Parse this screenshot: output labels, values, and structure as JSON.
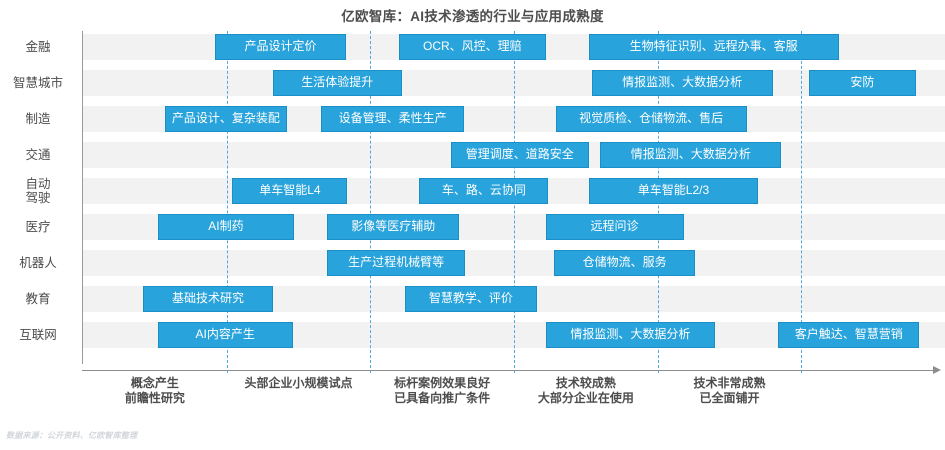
{
  "title": "亿欧智库：AI技术渗透的行业与应用成熟度",
  "source_note": "数据来源：公开资料、亿欧智库整理",
  "colors": {
    "bar_fill": "#29a3db",
    "bar_border": "#1b8ec6",
    "band": "#f2f2f2",
    "gridline": "#52a8dc",
    "text": "#4d4d4d"
  },
  "chart_data": {
    "type": "bar",
    "title": "亿欧智库：AI技术渗透的行业与应用成熟度",
    "xlabel": "",
    "ylabel": "",
    "grid": true,
    "legend_position": "none",
    "x_stage_labels": [
      {
        "line1": "概念产生",
        "line2": "前瞻性研究"
      },
      {
        "line1": "头部企业小规模试点",
        "line2": ""
      },
      {
        "line1": "标杆案例效果良好",
        "line2": "已具备向推广条件"
      },
      {
        "line1": "技术较成熟",
        "line2": "大部分企业在使用"
      },
      {
        "line1": "技术非常成熟",
        "line2": "已全面铺开"
      }
    ],
    "categories": [
      "金融",
      "智慧城市",
      "制造",
      "交通",
      "自动驾驶",
      "医疗",
      "机器人",
      "教育",
      "互联网"
    ],
    "rows": [
      {
        "label": "金融",
        "label_lines": [
          "金融"
        ],
        "bars": [
          {
            "text": "产品设计定价",
            "start": 0.92,
            "end": 1.83
          },
          {
            "text": "OCR、风控、理赔",
            "start": 2.2,
            "end": 3.22
          },
          {
            "text": "生物特征识别、远程办事、客服",
            "start": 3.52,
            "end": 5.26
          }
        ]
      },
      {
        "label": "智慧城市",
        "label_lines": [
          "智慧城市"
        ],
        "bars": [
          {
            "text": "生活体验提升",
            "start": 1.32,
            "end": 2.22
          },
          {
            "text": "情报监测、大数据分析",
            "start": 3.54,
            "end": 4.8
          },
          {
            "text": "安防",
            "start": 5.05,
            "end": 5.8
          }
        ]
      },
      {
        "label": "制造",
        "label_lines": [
          "制造"
        ],
        "bars": [
          {
            "text": "产品设计、复杂装配",
            "start": 0.57,
            "end": 1.42
          },
          {
            "text": "设备管理、柔性生产",
            "start": 1.66,
            "end": 2.65
          },
          {
            "text": "视觉质检、仓储物流、售后",
            "start": 3.29,
            "end": 4.62
          }
        ]
      },
      {
        "label": "交通",
        "label_lines": [
          "交通"
        ],
        "bars": [
          {
            "text": "管理调度、道路安全",
            "start": 2.56,
            "end": 3.52
          },
          {
            "text": "情报监测、大数据分析",
            "start": 3.6,
            "end": 4.86
          }
        ]
      },
      {
        "label": "自动驾驶",
        "label_lines": [
          "自动",
          "驾驶"
        ],
        "bars": [
          {
            "text": "单车智能L4",
            "start": 1.04,
            "end": 1.84
          },
          {
            "text": "车、路、云协同",
            "start": 2.34,
            "end": 3.24
          },
          {
            "text": "单车智能L2/3",
            "start": 3.52,
            "end": 4.7
          }
        ]
      },
      {
        "label": "医疗",
        "label_lines": [
          "医疗"
        ],
        "bars": [
          {
            "text": "AI制药",
            "start": 0.52,
            "end": 1.47
          },
          {
            "text": "影像等医疗辅助",
            "start": 1.7,
            "end": 2.62
          },
          {
            "text": "远程问诊",
            "start": 3.22,
            "end": 4.18
          }
        ]
      },
      {
        "label": "机器人",
        "label_lines": [
          "机器人"
        ],
        "bars": [
          {
            "text": "生产过程机械臂等",
            "start": 1.7,
            "end": 2.66
          },
          {
            "text": "仓储物流、服务",
            "start": 3.28,
            "end": 4.26
          }
        ]
      },
      {
        "label": "教育",
        "label_lines": [
          "教育"
        ],
        "bars": [
          {
            "text": "基础技术研究",
            "start": 0.42,
            "end": 1.32
          },
          {
            "text": "智慧教学、评价",
            "start": 2.24,
            "end": 3.16
          }
        ]
      },
      {
        "label": "互联网",
        "label_lines": [
          "互联网"
        ],
        "bars": [
          {
            "text": "AI内容产生",
            "start": 0.52,
            "end": 1.46
          },
          {
            "text": "情报监测、大数据分析",
            "start": 3.22,
            "end": 4.4
          },
          {
            "text": "客户触达、智慧营销",
            "start": 4.84,
            "end": 5.82
          }
        ]
      }
    ]
  }
}
